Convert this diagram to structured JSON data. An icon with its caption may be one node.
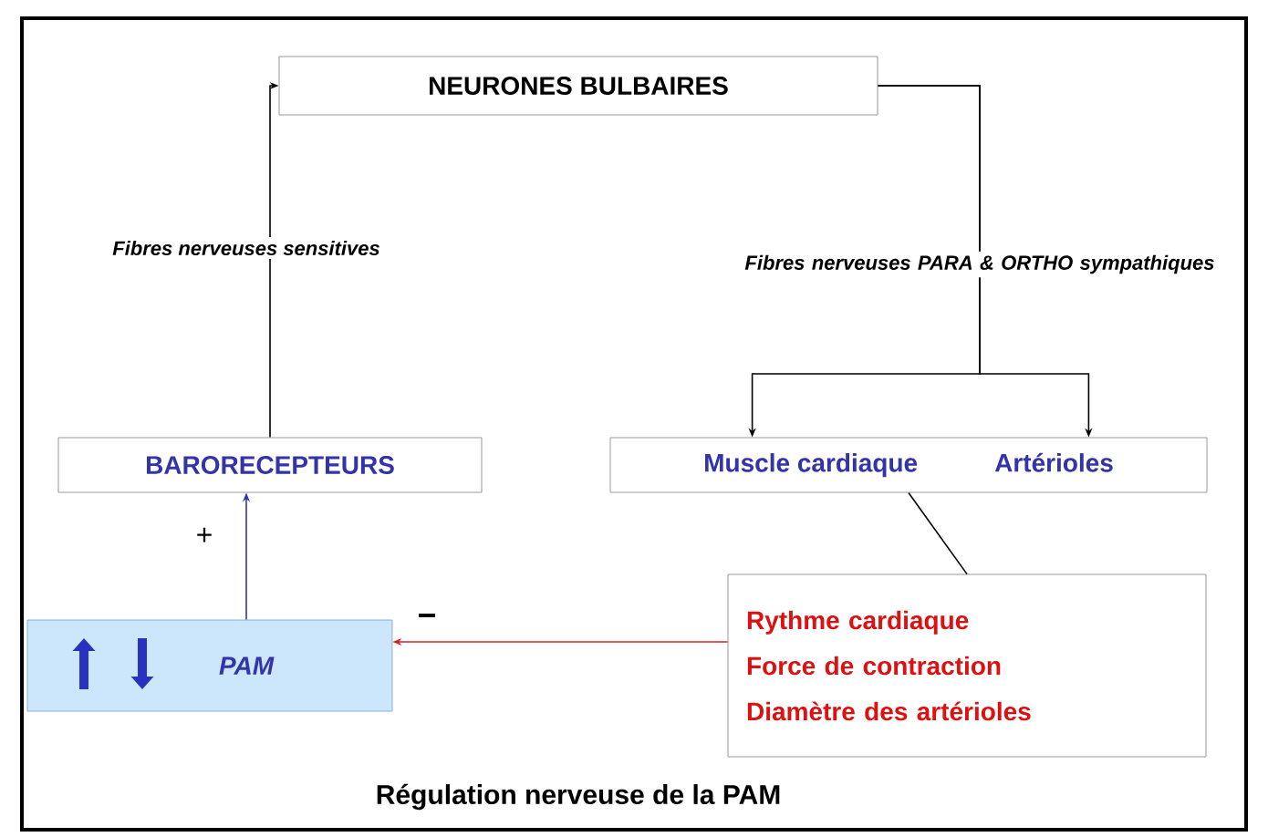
{
  "diagram": {
    "caption": "Régulation nerveuse de la PAM",
    "nodes": [
      {
        "text": [
          "NEURONES BULBAIRES"
        ]
      },
      {
        "text": [
          "BARORECEPTEURS"
        ]
      },
      {
        "text": [
          "Muscle cardiaque",
          "Artérioles"
        ]
      },
      {
        "text": [
          "Rythme cardiaque",
          "Force de contraction",
          "Diamètre des artérioles"
        ]
      },
      {
        "text": [
          "PAM"
        ]
      }
    ],
    "edges": [
      {
        "from": 1,
        "to": 0,
        "arrow": "to",
        "label": "Fibres nerveuses sensitives"
      },
      {
        "from": 0,
        "to": 2,
        "arrow": "to",
        "label": "Fibres nerveuses PARA & ORTHO sympathiques"
      },
      {
        "from": 0,
        "to": 2,
        "arrow": "to"
      },
      {
        "from": 2,
        "to": 3,
        "arrow": "none"
      },
      {
        "from": 3,
        "to": 4,
        "arrow": "to",
        "label": "−",
        "color": "#cc2222"
      },
      {
        "from": 4,
        "to": 1,
        "arrow": "to",
        "label": "+",
        "color": "#3333aa"
      }
    ]
  }
}
